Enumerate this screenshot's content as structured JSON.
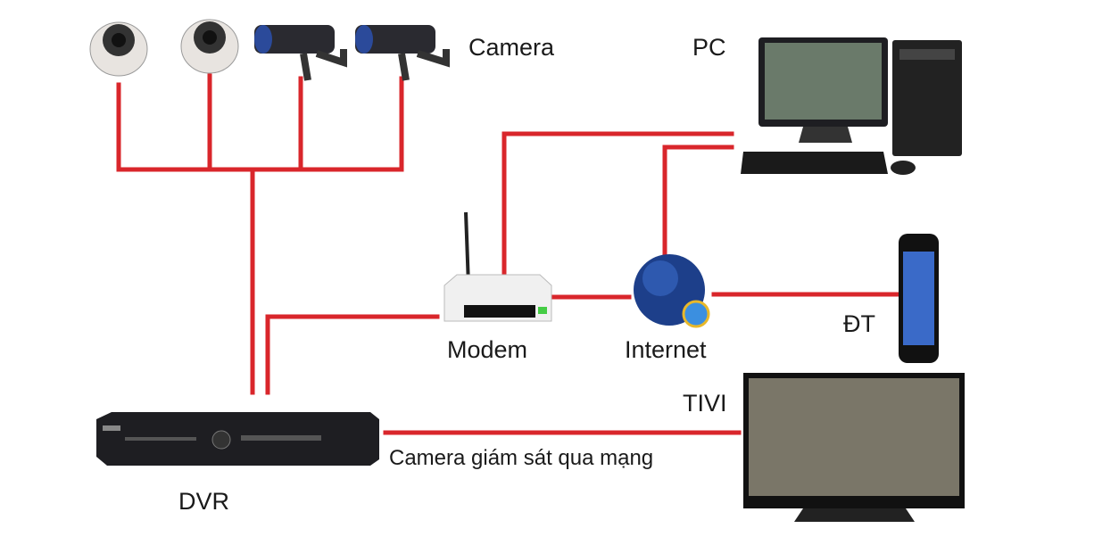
{
  "labels": {
    "camera": "Camera",
    "pc": "PC",
    "modem": "Modem",
    "internet": "Internet",
    "phone": "ĐT",
    "tv": "TIVI",
    "dvr": "DVR",
    "caption": "Camera giám sát qua mạng"
  },
  "colors": {
    "wire": "#d9262b",
    "device_dark": "#1e1e22",
    "screen_blue": "#2a4a7a"
  }
}
